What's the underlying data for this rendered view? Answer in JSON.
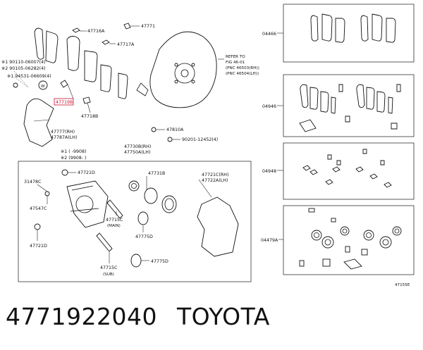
{
  "labels": {
    "l47716A": "47716A",
    "l47771": "47771",
    "l47717A": "47717A",
    "lnote1": "※1 90110-06007(4)",
    "lnote2": "※2 90105-06282(4)",
    "l94531": "※1 94531-06609(4)",
    "l47719B": "47719B",
    "l47718B": "47718B",
    "refer1": "REFER TO",
    "refer2": "FIG 46-01",
    "refer3": "(PNC 46503(RH))",
    "refer4": "(PNC 46504(LH))",
    "l47777": "47777(RH)",
    "l47787A": "47787A(LH)",
    "l47810A": "47810A",
    "l90201": "90201-12452(4)",
    "l47730B": "47730B(RH)",
    "l47750A": "47750A(LH)",
    "lr1": "※1 ( -9908)",
    "lr2": "※2 (9908- )",
    "l47721D_top": "47721D",
    "l31478C": "31478C",
    "l47731B": "47731B",
    "l47721C": "47721C(RH)",
    "l47722A": "47722A(LH)",
    "l47547C": "47547C",
    "l47715C_main": "47715C",
    "lmain": "(MAIN)",
    "l47775D_up": "47775D",
    "l47721D_bot": "47721D",
    "l47715C_sub": "47715C",
    "lsub": "(SUB)",
    "l47775D_low": "47775D",
    "k04466": "04466",
    "k04946": "04946",
    "k04948": "04948",
    "k04479A": "04479A",
    "figref": "47155E"
  },
  "footer": {
    "part_number": "4771922040",
    "brand": "TOYOTA"
  }
}
